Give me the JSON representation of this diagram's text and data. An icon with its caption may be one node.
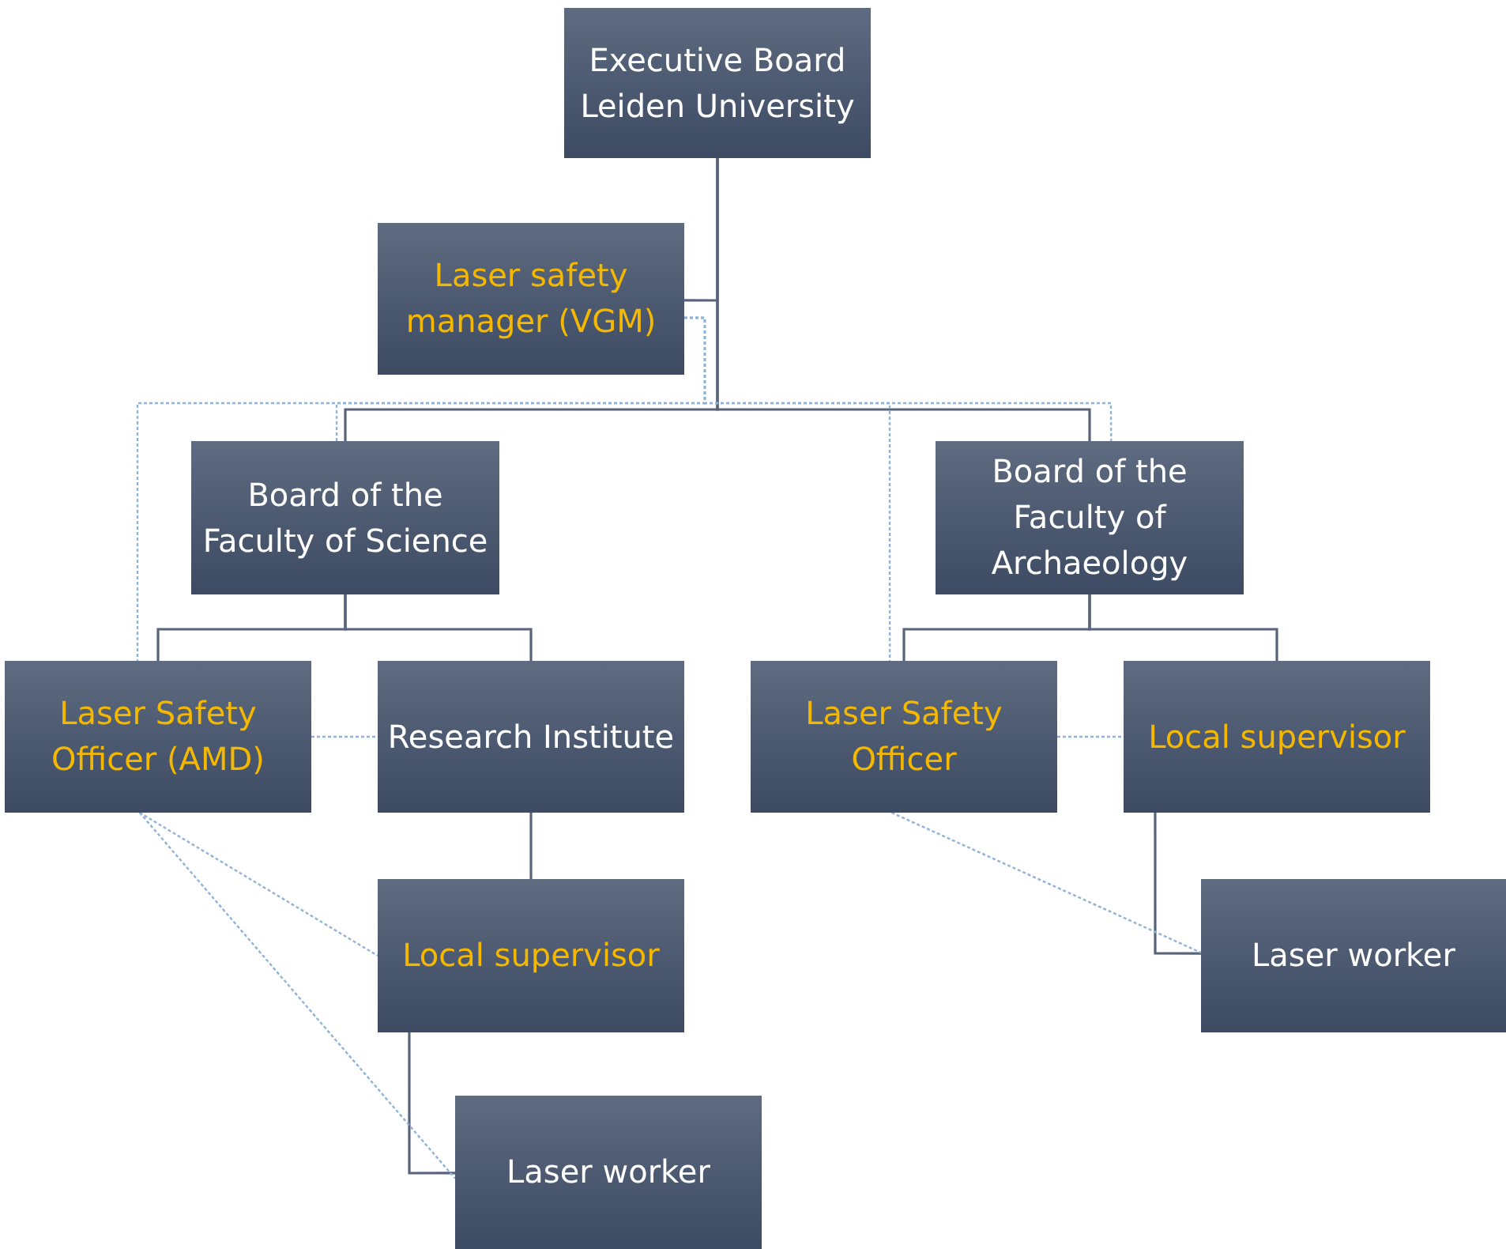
{
  "diagram": {
    "nodes": [
      {
        "text": [
          "Executive Board Leiden University"
        ]
      },
      {
        "text": [
          "Laser safety manager (VGM)"
        ]
      },
      {
        "text": [
          "Board of the Faculty of Science"
        ]
      },
      {
        "text": [
          "Board of the Faculty of Archaeology"
        ]
      },
      {
        "text": [
          "Laser Safety Officer (AMD)"
        ]
      },
      {
        "text": [
          "Research Institute"
        ]
      },
      {
        "text": [
          "Local supervisor"
        ]
      },
      {
        "text": [
          "Laser worker"
        ]
      },
      {
        "text": [
          "Laser Safety Officer"
        ]
      },
      {
        "text": [
          "Local supervisor"
        ]
      },
      {
        "text": [
          "Laser worker"
        ]
      }
    ],
    "edges": [
      {
        "from": 0,
        "to": 1,
        "arrow": "none"
      },
      {
        "from": 0,
        "to": 2,
        "arrow": "none"
      },
      {
        "from": 0,
        "to": 3,
        "arrow": "none"
      },
      {
        "from": 1,
        "to": 4,
        "arrow": "none",
        "style": "dashed",
        "color": "#8fb3d9"
      },
      {
        "from": 1,
        "to": 2,
        "arrow": "none",
        "style": "dashed",
        "color": "#8fb3d9"
      },
      {
        "from": 1,
        "to": 8,
        "arrow": "none",
        "style": "dashed",
        "color": "#8fb3d9"
      },
      {
        "from": 1,
        "to": 3,
        "arrow": "none",
        "style": "dashed",
        "color": "#8fb3d9"
      },
      {
        "from": 2,
        "to": 4,
        "arrow": "none"
      },
      {
        "from": 2,
        "to": 5,
        "arrow": "none"
      },
      {
        "from": 5,
        "to": 6,
        "arrow": "none"
      },
      {
        "from": 6,
        "to": 7,
        "arrow": "none"
      },
      {
        "from": 3,
        "to": 8,
        "arrow": "none"
      },
      {
        "from": 3,
        "to": 9,
        "arrow": "none"
      },
      {
        "from": 9,
        "to": 10,
        "arrow": "none"
      },
      {
        "from": 4,
        "to": 5,
        "arrow": "none",
        "style": "dashed",
        "color": "#8fb3d9"
      },
      {
        "from": 4,
        "to": 6,
        "arrow": "none",
        "style": "dashed",
        "color": "#8fb3d9"
      },
      {
        "from": 4,
        "to": 7,
        "arrow": "none",
        "style": "dashed",
        "color": "#8fb3d9"
      },
      {
        "from": 8,
        "to": 9,
        "arrow": "none",
        "style": "dashed",
        "color": "#8fb3d9"
      },
      {
        "from": 8,
        "to": 10,
        "arrow": "none",
        "style": "dashed",
        "color": "#8fb3d9"
      }
    ]
  }
}
